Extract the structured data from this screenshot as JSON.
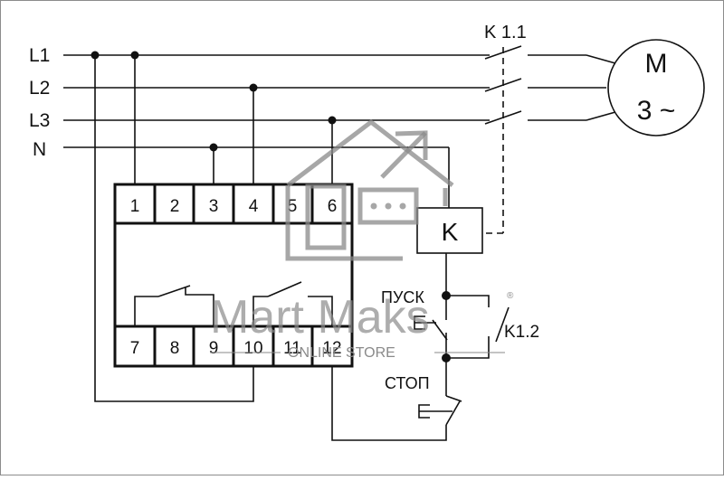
{
  "lines": {
    "l1": "L1",
    "l2": "L2",
    "l3": "L3",
    "n": "N"
  },
  "terminals": {
    "top": [
      "1",
      "2",
      "3",
      "4",
      "5",
      "6"
    ],
    "bottom": [
      "7",
      "8",
      "9",
      "10",
      "11",
      "12"
    ]
  },
  "motor": {
    "letter": "M",
    "phase": "3 ~"
  },
  "contactor": {
    "main_contact": "K 1.1",
    "coil": "K",
    "aux_contact": "K1.2"
  },
  "buttons": {
    "start": "ПУСК",
    "stop": "СТОП"
  },
  "watermark": {
    "brand": "Mart Maks",
    "registered": "®",
    "tagline": "ONLINE STORE"
  },
  "colors": {
    "ink": "#111111",
    "watermark": "#8a8a8a",
    "border": "#8c8c8c"
  }
}
